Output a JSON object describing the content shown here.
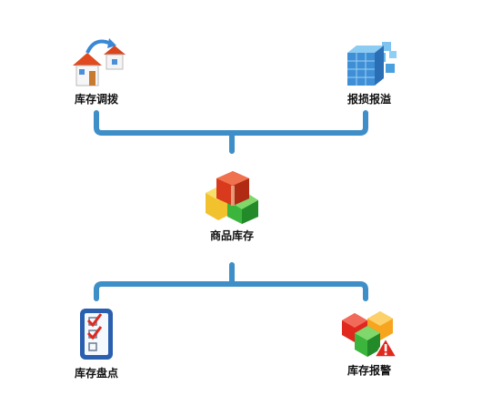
{
  "colors": {
    "connector": "#3e8ec8"
  },
  "nodes": {
    "transfer": {
      "label": "库存调拨",
      "icon": "houses-transfer-icon"
    },
    "loss": {
      "label": "报损报溢",
      "icon": "blue-cubes-icon"
    },
    "stock": {
      "label": "商品库存",
      "icon": "boxes-stack-icon"
    },
    "count": {
      "label": "库存盘点",
      "icon": "checklist-icon"
    },
    "alert": {
      "label": "库存报警",
      "icon": "cubes-warning-icon"
    }
  }
}
